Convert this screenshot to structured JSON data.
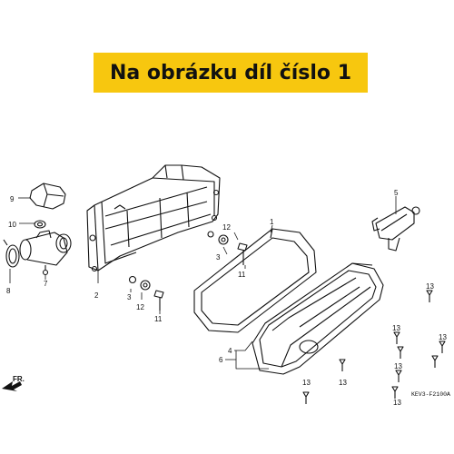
{
  "banner": {
    "text": "Na obrázku díl číslo 1"
  },
  "labels": {
    "p1": "1",
    "p2": "2",
    "p3": "3",
    "p4": "4",
    "p5": "5",
    "p6": "6",
    "p7": "7",
    "p8": "8",
    "p9": "9",
    "p10": "10",
    "p11a": "11",
    "p11b": "11",
    "p12a": "12",
    "p12b": "12",
    "p3b": "3",
    "p13a": "13",
    "p13b": "13",
    "p13c": "13",
    "p13d": "13",
    "p13e": "13",
    "p13f": "13",
    "p13g": "13"
  },
  "direction_marker": "FR.",
  "diagram_code": "KEV3-F2100A",
  "colors": {
    "banner": "#f7c70f",
    "line": "#111111"
  }
}
